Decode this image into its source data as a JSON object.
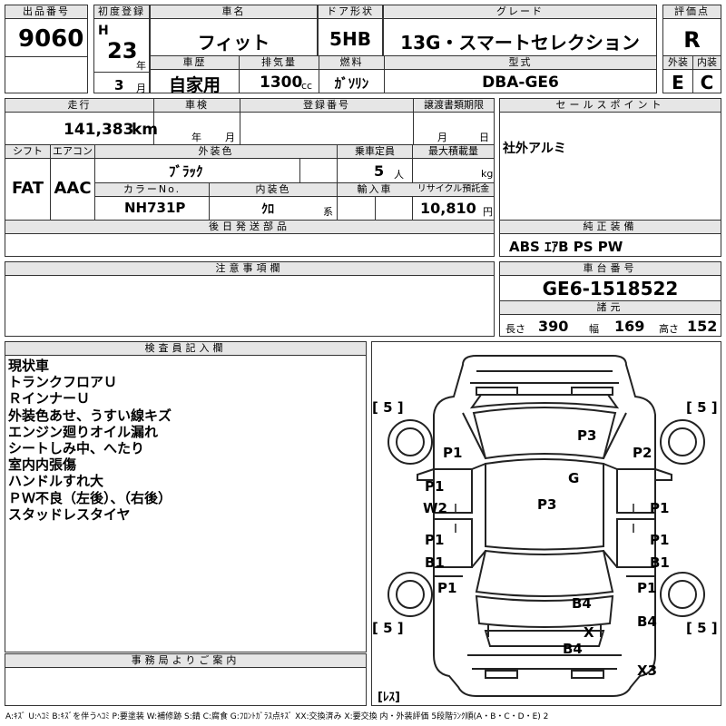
{
  "header": {
    "lot_label": "出品番号",
    "lot_number": "9060",
    "first_reg_label": "初度登録",
    "era": "H",
    "year": "23",
    "year_unit": "年",
    "month": "3",
    "month_unit": "月",
    "car_name_label": "車名",
    "car_name": "フィット",
    "door_label": "ドア形状",
    "door": "5HB",
    "grade_label": "グレード",
    "grade": "13G・スマートセレクション",
    "score_label": "評価点",
    "score": "R",
    "history_label": "車歴",
    "history": "自家用",
    "displacement_label": "排気量",
    "displacement": "1300",
    "displacement_unit": "cc",
    "fuel_label": "燃料",
    "fuel": "ｶﾞｿﾘﾝ",
    "model_label": "型式",
    "model": "DBA-GE6",
    "exterior_label": "外装",
    "exterior": "E",
    "interior_label": "内装",
    "interior": "C"
  },
  "spec": {
    "mileage_label": "走行",
    "mileage": "141,383",
    "mileage_unit": "km",
    "inspection_label": "車検",
    "inspection_year_unit": "年",
    "inspection_month_unit": "月",
    "reg_no_label": "登録番号",
    "transfer_label": "譲渡書類期限",
    "transfer_month_unit": "月",
    "transfer_day_unit": "日",
    "shift_label": "シフト",
    "shift": "FAT",
    "ac_label": "エアコン",
    "ac": "AAC",
    "ext_color_label": "外装色",
    "ext_color": "ﾌﾞﾗｯｸ",
    "capacity_label": "乗車定員",
    "capacity": "5",
    "capacity_unit": "人",
    "max_load_label": "最大積載量",
    "max_load_unit": "kg",
    "color_no_label": "カラーNo.",
    "color_no": "NH731P",
    "int_color_label": "内装色",
    "int_color": "ｸﾛ",
    "int_color_unit": "系",
    "import_label": "輸入車",
    "recycle_label": "リサイクル預託金",
    "recycle": "10,810",
    "recycle_unit": "円",
    "after_parts_label": "後日発送部品",
    "notes_label": "注意事項欄"
  },
  "sales": {
    "label": "セールスポイント",
    "text": "社外アルミ"
  },
  "equipment": {
    "label": "純正装備",
    "text": "ABS ｴｱB PS PW"
  },
  "frame": {
    "label": "車台番号",
    "number": "GE6-1518522",
    "dims_label": "諸元",
    "length_label": "長さ",
    "length": "390",
    "width_label": "幅",
    "width": "169",
    "height_label": "高さ",
    "height": "152"
  },
  "inspector": {
    "label": "検査員記入欄",
    "lines": [
      "現状車",
      "トランクフロアＵ",
      "ＲインナーＵ",
      "外装色あせ、うすい線キズ",
      "エンジン廻りオイル漏れ",
      "シートしみ中、へたり",
      "室内内張傷",
      "ハンドルすれ大",
      "ＰＷ不良（左後）、（右後）",
      "スタッドレスタイヤ"
    ]
  },
  "office": {
    "label": "事務局よりご案内"
  },
  "diagram": {
    "tire_mark": "[ 5 ]",
    "spare_mark": "[ﾚｽ]",
    "marks": [
      "P3",
      "P1",
      "P2",
      "G",
      "P1",
      "W2",
      "P3",
      "P1",
      "P1",
      "B1",
      "P1",
      "B1",
      "P1",
      "P1",
      "B4",
      "B4",
      "X",
      "B4",
      "X3"
    ]
  },
  "legend": "A:ｷｽﾞ U:ﾍｺﾐ B:ｷｽﾞを伴うﾍｺﾐ P:要塗装 W:補修跡 S:錆 C:腐食 G:ﾌﾛﾝﾄｶﾞﾗｽ点ｷｽﾞ XX:交換済み X:要交換 内・外装評価 5段階ﾗﾝｸ順(A・B・C・D・E) 2"
}
